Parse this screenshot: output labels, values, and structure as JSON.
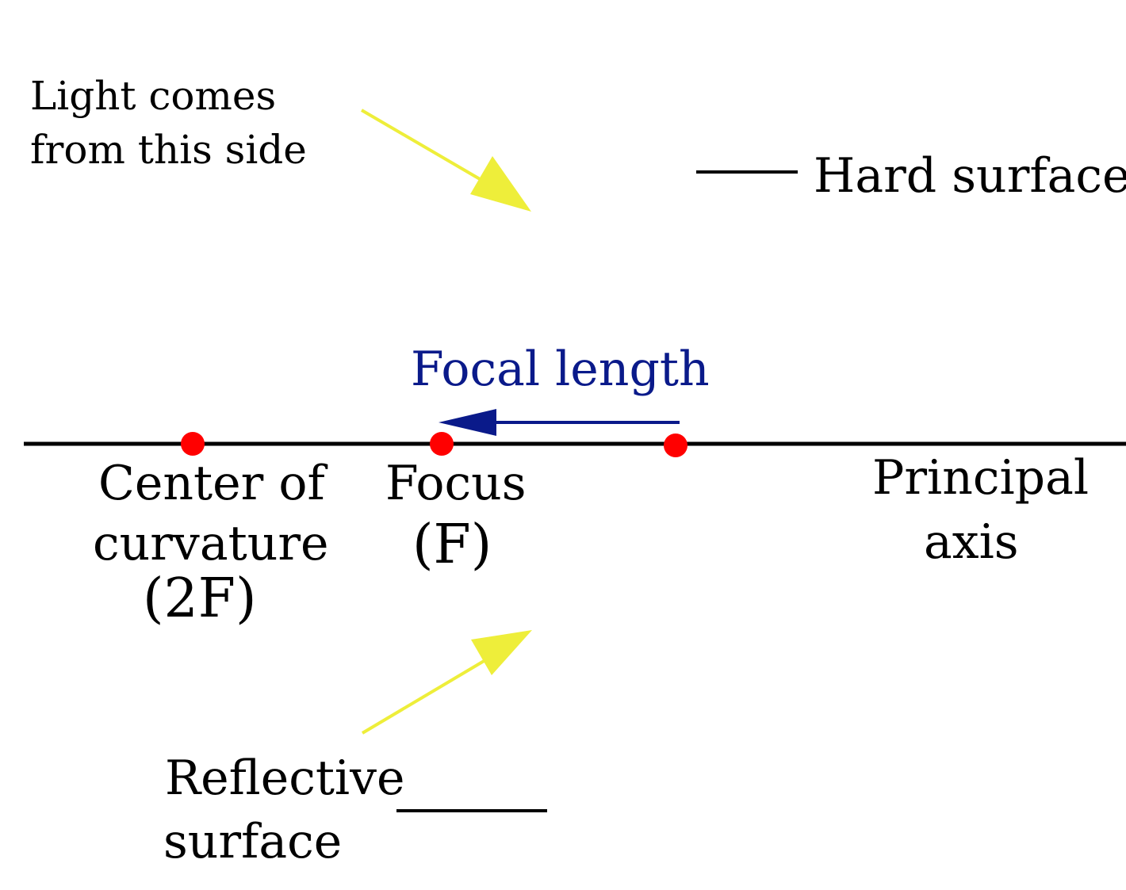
{
  "colors": {
    "background": "#ffffff",
    "ink": "#000000",
    "light_arrow": "#eeee3a",
    "focal_arrow": "#0a1a8a",
    "point": "#ff0000"
  },
  "labels": {
    "light_source": [
      "Light comes",
      "from this side"
    ],
    "hard_surface": "Hard surface",
    "focal_length": "Focal length",
    "center_of_curvature": [
      "Center of",
      "curvature",
      "(2F)"
    ],
    "focus": [
      "Focus",
      "(F)"
    ],
    "principal_axis": [
      "Principal",
      "axis"
    ],
    "reflective_surface": [
      "Reflective",
      "surface"
    ]
  }
}
